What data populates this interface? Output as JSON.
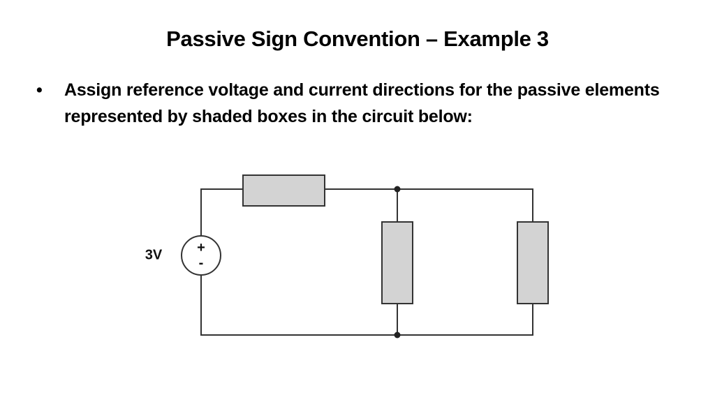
{
  "slide": {
    "title": "Passive Sign Convention – Example 3",
    "bullet": {
      "marker": "•",
      "text": "Assign reference voltage and current directions for the passive elements represented by shaded boxes in the circuit below:"
    }
  },
  "circuit": {
    "source_label": "3V",
    "source_plus": "+",
    "source_minus": "-",
    "wire_color": "#333333",
    "element_fill": "#d3d3d3"
  }
}
